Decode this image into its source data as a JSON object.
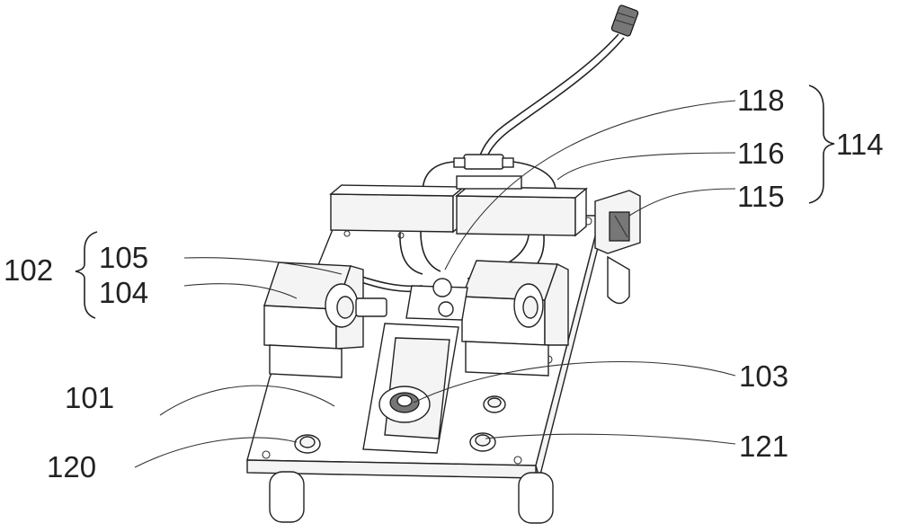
{
  "labels": {
    "l101": "101",
    "l102": "102",
    "l103": "103",
    "l104": "104",
    "l105": "105",
    "l114": "114",
    "l115": "115",
    "l116": "116",
    "l118": "118",
    "l120": "120",
    "l121": "121"
  },
  "colors": {
    "line": "#222222",
    "background": "#ffffff"
  }
}
